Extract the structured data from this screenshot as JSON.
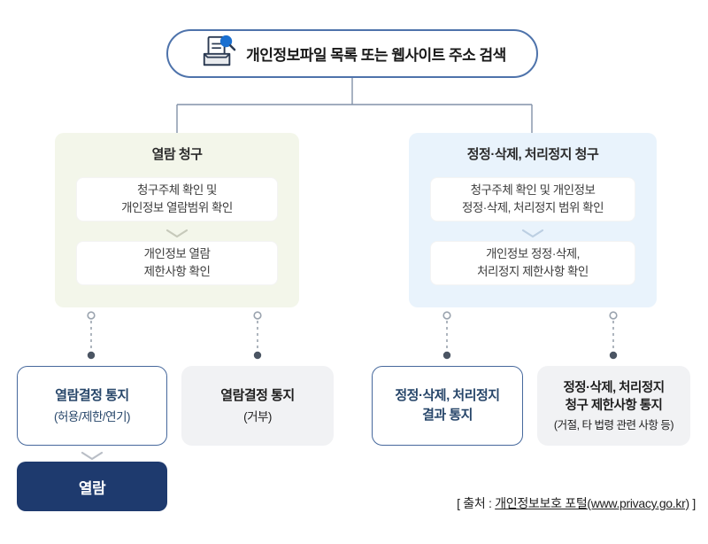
{
  "header": {
    "title": "개인정보파일 목록 또는 웹사이트 주소 검색",
    "icon": "inbox-document-search-icon"
  },
  "left_panel": {
    "title": "열람 청구",
    "steps": [
      {
        "line1": "청구주체 확인 및",
        "line2": "개인정보 열람범위 확인"
      },
      {
        "line1": "개인정보 열람",
        "line2": "제한사항 확인"
      }
    ]
  },
  "right_panel": {
    "title": "정정·삭제, 처리정지 청구",
    "steps": [
      {
        "line1": "청구주체 확인 및 개인정보",
        "line2": "정정·삭제, 처리정지 범위 확인"
      },
      {
        "line1": "개인정보 정정·삭제,",
        "line2": "처리정지 제한사항 확인"
      }
    ]
  },
  "outcomes": [
    {
      "bold1": "열람결정 통지",
      "note": "(허용/제한/연기)"
    },
    {
      "bold1": "열람결정 통지",
      "note": "(거부)"
    },
    {
      "bold1": "정정·삭제, 처리정지",
      "bold2": "결과 통지"
    },
    {
      "bold1": "정정·삭제, 처리정지",
      "bold2": "청구 제한사항 통지",
      "note": "(거절, 타 법령 관련 사항 등)"
    }
  ],
  "action_button": {
    "label": "열람"
  },
  "source": {
    "prefix": "[ 출처 : ",
    "link_text": "개인정보보호 포털(www.privacy.go.kr)",
    "suffix": " ]"
  },
  "icons": {
    "header_icon": "inbox-document-search-icon",
    "step_divider": "chevron-down-icon",
    "drop_connector": "dotted-line-connector"
  },
  "colors": {
    "pill_border": "#4e73ab",
    "connector_line": "#8292a9",
    "panel_green_bg": "#f3f6ea",
    "panel_blue_bg": "#e9f3fc",
    "outlined_box_border": "#46689c",
    "outlined_box_text": "#27466a",
    "gray_box_bg": "#f1f2f4",
    "action_button_bg": "#1e3a6e",
    "magnifier_blue": "#1a6fd0"
  }
}
